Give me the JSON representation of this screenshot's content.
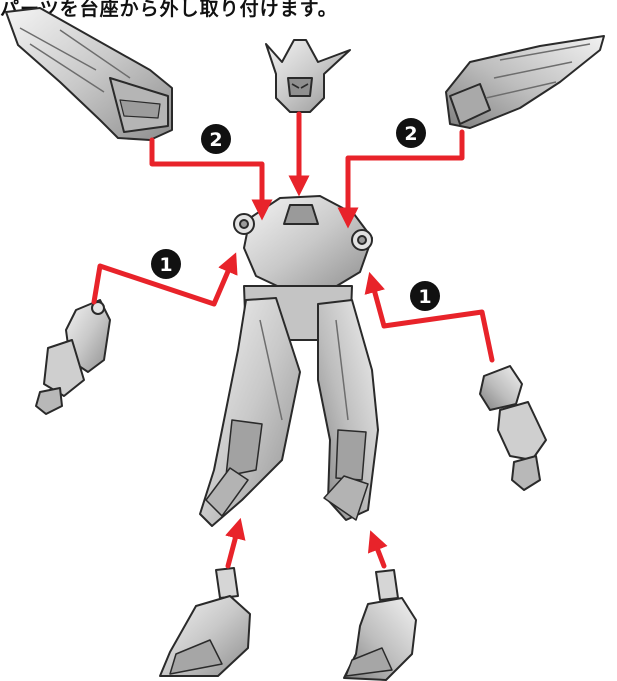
{
  "header": {
    "instruction_text": "パーツを台座から外し取り付けます。"
  },
  "steps": [
    {
      "number": "1",
      "color": "#111111"
    },
    {
      "number": "2",
      "color": "#111111"
    }
  ],
  "badges": {
    "step2_left": "2",
    "step2_right": "2",
    "step1_left": "1",
    "step1_right": "1"
  },
  "colors": {
    "arrow": "#e8232a",
    "part_fill": "#d9d9d9",
    "part_dark": "#8c8c8c",
    "part_outline": "#2a2a2a",
    "badge": "#111111"
  },
  "parts": [
    "left-wing",
    "head",
    "right-wing",
    "torso",
    "left-arm",
    "right-arm",
    "left-leg-armor",
    "right-leg-armor",
    "left-foot",
    "right-foot"
  ]
}
